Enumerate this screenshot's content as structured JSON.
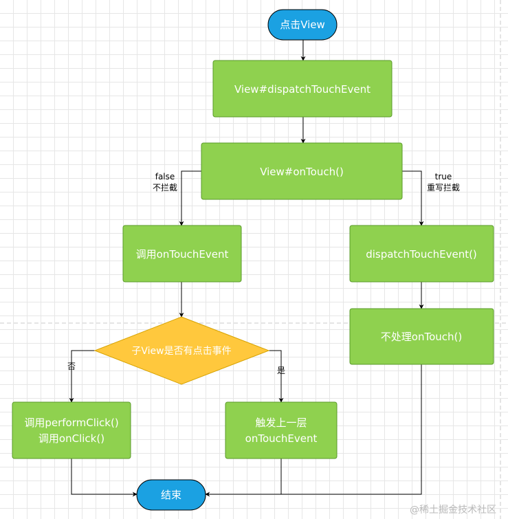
{
  "colors": {
    "terminal_fill": "#1ba1e2",
    "process_fill": "#8fd14f",
    "process_stroke": "#5a9a2a",
    "decision_fill": "#ffc83d",
    "decision_stroke": "#d6a200",
    "edge": "#000000"
  },
  "nodes": {
    "start": "点击View",
    "dispatch": "View#dispatchTouchEvent",
    "on_touch": "View#onTouch()",
    "call_on_touch_event": "调用onTouchEvent",
    "dispatch_touch_event_call": "dispatchTouchEvent()",
    "decision": "子View是否有点击事件",
    "not_handle_on_touch": "不处理onTouch()",
    "perform_click_line1": "调用performClick()",
    "perform_click_line2": "调用onClick()",
    "pass_up_line1": "触发上一层",
    "pass_up_line2": "onTouchEvent",
    "end": "结束"
  },
  "edge_labels": {
    "false_line1": "false",
    "false_line2": "不拦截",
    "true_line1": "true",
    "true_line2": "重写拦截",
    "no": "否",
    "yes": "是"
  },
  "watermark": "@稀土掘金技术社区"
}
